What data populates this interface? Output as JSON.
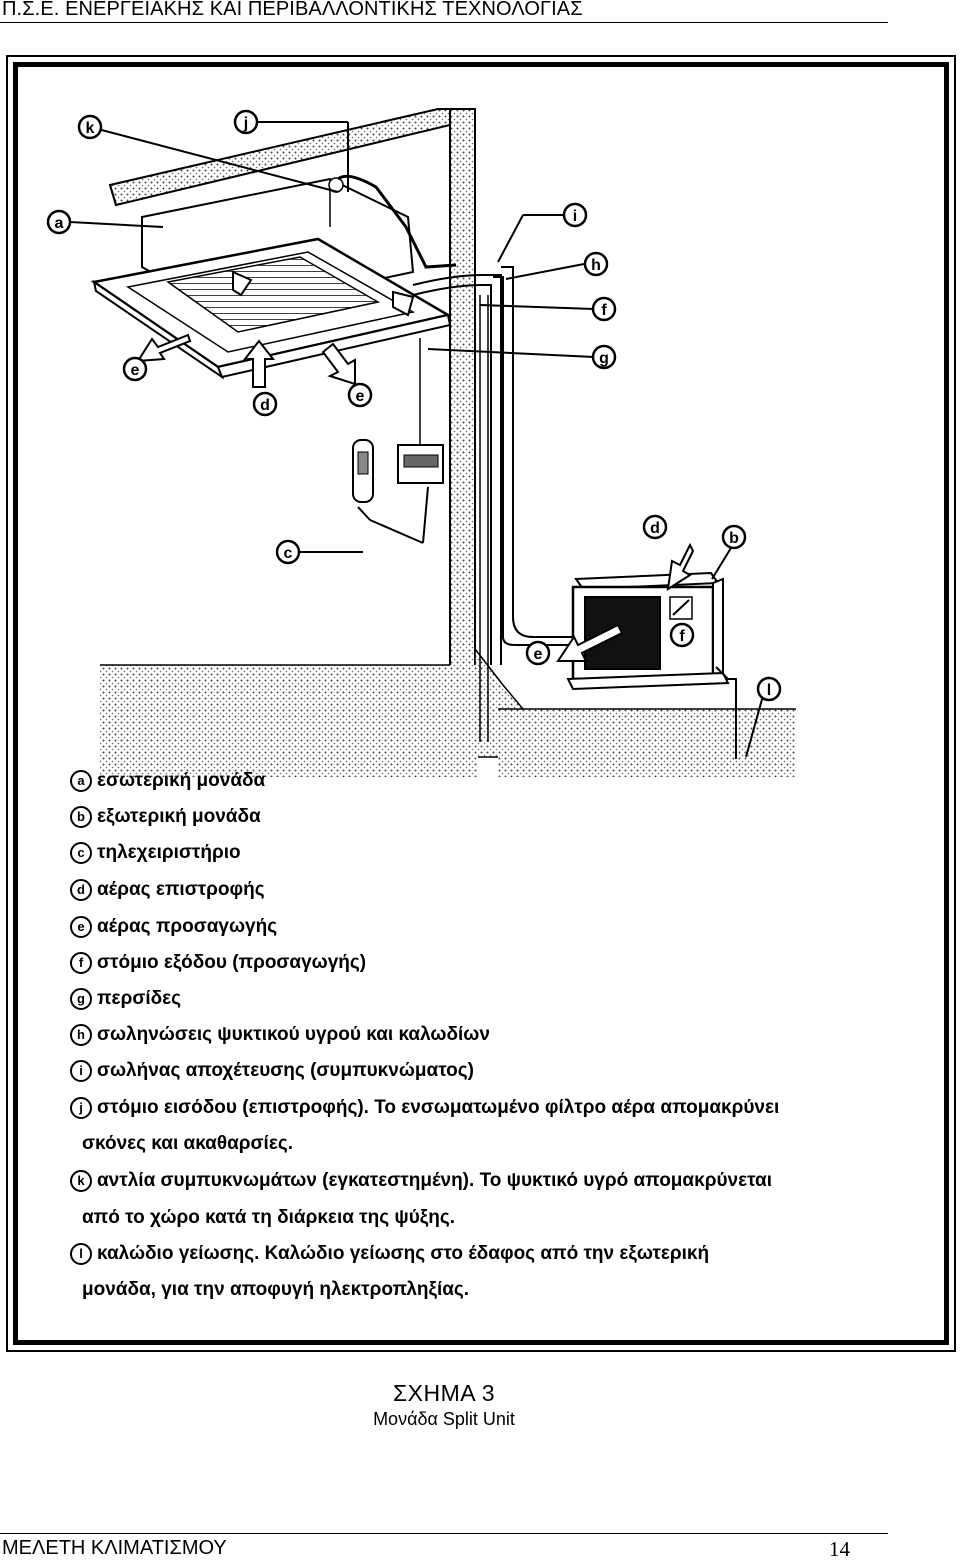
{
  "header": {
    "title": "Π.Σ.Ε. ΕΝΕΡΓΕΙΑΚΗΣ ΚΑΙ ΠΕΡΙΒΑΛΛΟΝΤΙΚΗΣ ΤΕΧΝΟΛΟΓΙΑΣ"
  },
  "figure": {
    "callouts": {
      "k": "k",
      "j": "j",
      "a": "a",
      "i": "i",
      "h": "h",
      "f": "f",
      "g": "g",
      "e_left": "e",
      "d_main": "d",
      "e_main": "e",
      "c": "c",
      "d_out": "d",
      "b": "b",
      "e_out": "e",
      "f_out": "f",
      "l": "l"
    },
    "legend": [
      {
        "letter": "a",
        "text": "εσωτερική μονάδα"
      },
      {
        "letter": "b",
        "text": "εξωτερική μονάδα"
      },
      {
        "letter": "c",
        "text": "τηλεχειριστήριο"
      },
      {
        "letter": "d",
        "text": "αέρας επιστροφής"
      },
      {
        "letter": "e",
        "text": "αέρας προσαγωγής"
      },
      {
        "letter": "f",
        "text": "στόμιο εξόδου (προσαγωγής)"
      },
      {
        "letter": "g",
        "text": "περσίδες"
      },
      {
        "letter": "h",
        "text": "σωληνώσεις ψυκτικού υγρού και καλωδίων"
      },
      {
        "letter": "i",
        "text": "σωλήνας αποχέτευσης (συμπυκνώματος)"
      },
      {
        "letter": "j",
        "text": "στόμιο εισόδου (επιστροφής). Το ενσωματωμένο φίλτρο αέρα απομακρύνει"
      },
      {
        "letter": "",
        "text": "σκόνες και ακαθαρσίες."
      },
      {
        "letter": "k",
        "text": "αντλία συμπυκνωμάτων (εγκατεστημένη). Το ψυκτικό υγρό απομακρύνεται"
      },
      {
        "letter": "",
        "text": "από το χώρο κατά τη διάρκεια της ψύξης."
      },
      {
        "letter": "l",
        "text": "καλώδιο γείωσης. Καλώδιο γείωσης στο έδαφος   από την εξωτερική"
      },
      {
        "letter": "",
        "text": "μονάδα, για την αποφυγή ηλεκτροπληξίας."
      }
    ]
  },
  "caption": {
    "title": "ΣΧΗΜΑ 3",
    "subtitle": "Μονάδα Split Unit"
  },
  "footer": {
    "left": "ΜΕΛΕΤΗ ΚΛΙΜΑΤΙΣΜΟΥ",
    "page": "14"
  }
}
